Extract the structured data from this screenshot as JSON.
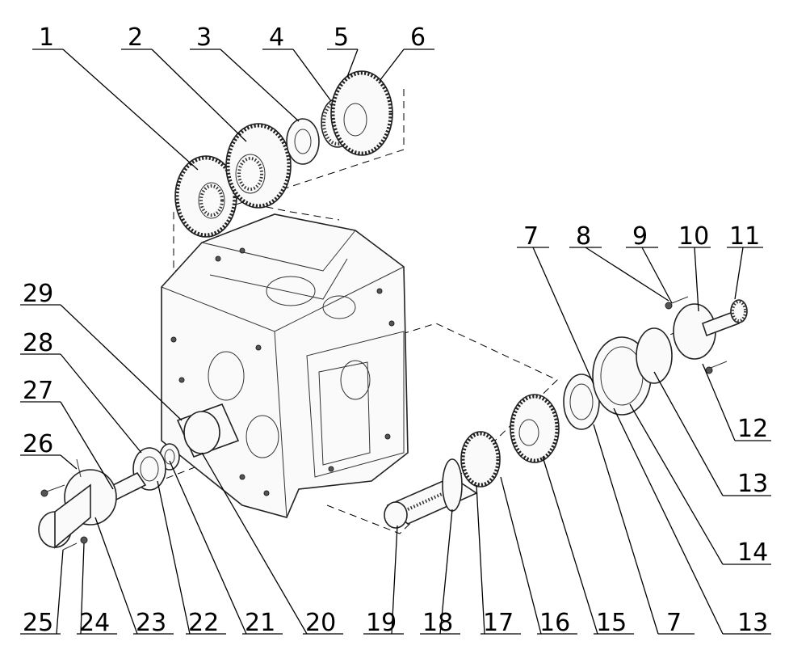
{
  "callouts": {
    "n1": "1",
    "n2": "2",
    "n3": "3",
    "n4": "4",
    "n5": "5",
    "n6": "6",
    "n7a": "7",
    "n8": "8",
    "n9": "9",
    "n10": "10",
    "n11": "11",
    "n12": "12",
    "n13a": "13",
    "n14": "14",
    "n29": "29",
    "n28": "28",
    "n27": "27",
    "n26": "26",
    "n25": "25",
    "n24": "24",
    "n23": "23",
    "n22": "22",
    "n21": "21",
    "n20": "20",
    "n19": "19",
    "n18": "18",
    "n17": "17",
    "n16": "16",
    "n15": "15",
    "n7b": "7",
    "n13b": "13"
  }
}
